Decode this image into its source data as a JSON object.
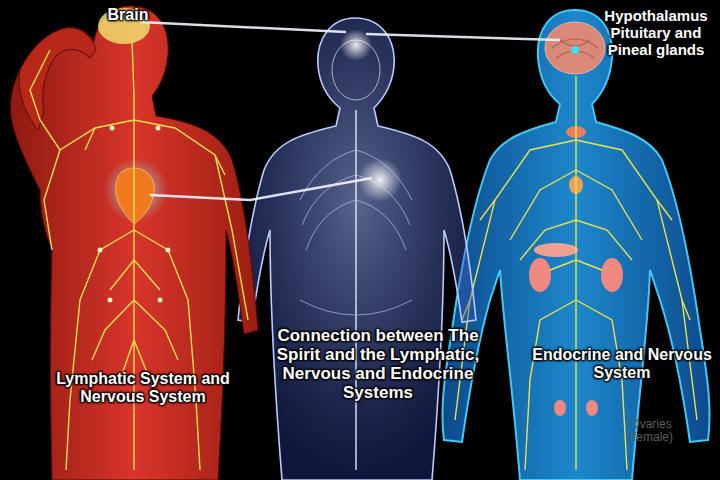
{
  "diagram": {
    "labels": [
      "Brain",
      "Hypothalamus Pituitary and Pineal glands",
      "Connection between The Spirit and the Lymphatic, Nervous and Endocrine Systems",
      "Lymphatic System and Nervous System",
      "Endocrine and Nervous System",
      "Ovaries (female)"
    ]
  }
}
